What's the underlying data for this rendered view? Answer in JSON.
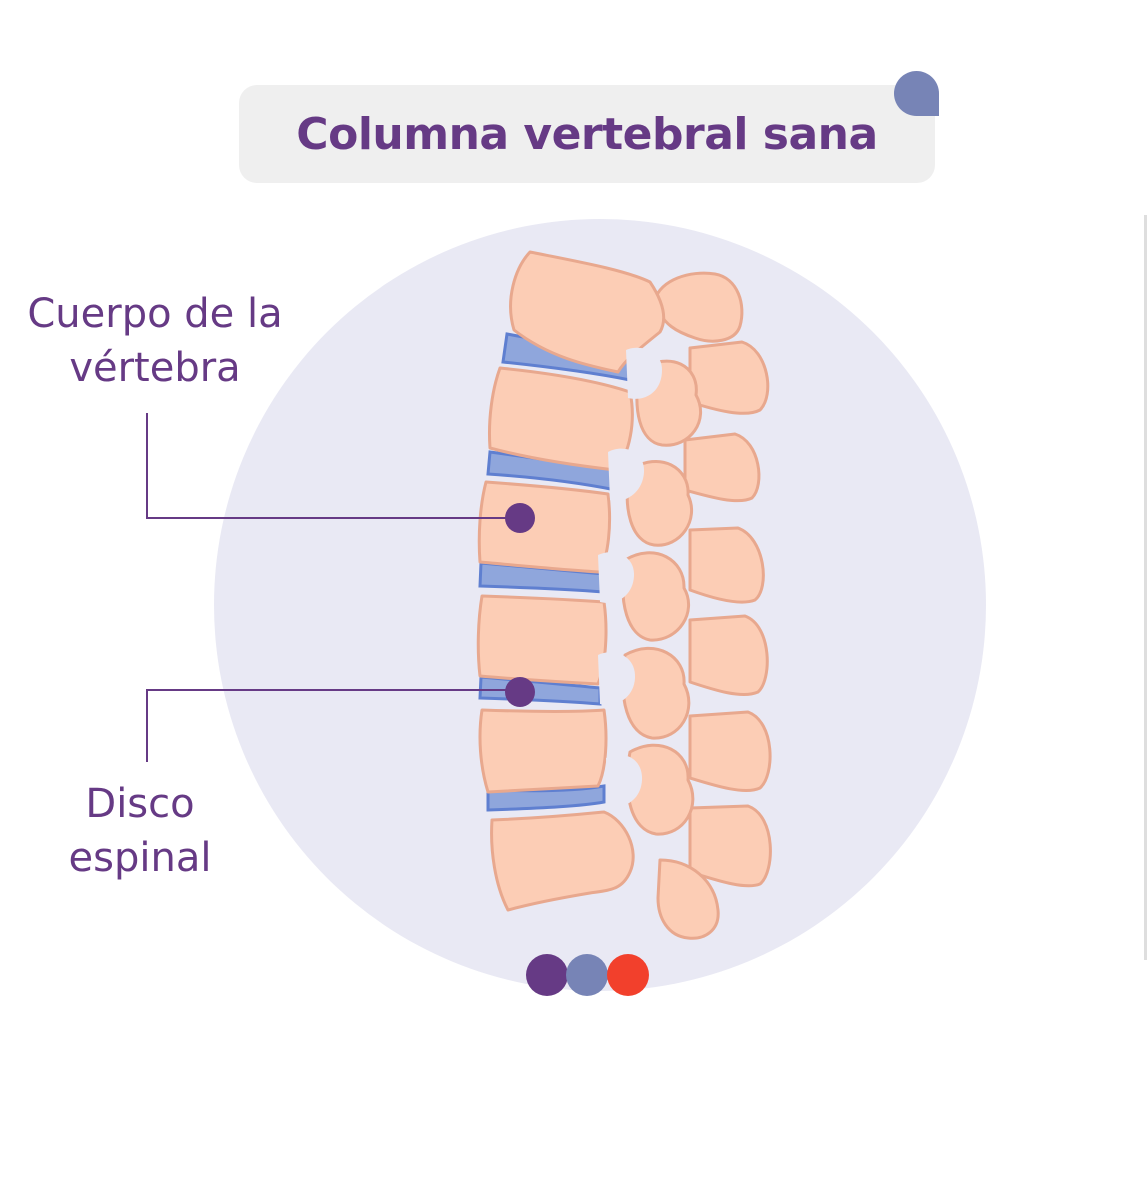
{
  "title": "Columna vertebral sana",
  "labels": {
    "vertebra_body": {
      "line1": "Cuerpo de la",
      "line2": "vértebra"
    },
    "spinal_disc": {
      "line1": "Disco",
      "line2": "espinal"
    }
  },
  "colors": {
    "title_text": "#663a85",
    "title_background": "#efefef",
    "circle_background": "#e9e9f4",
    "bone": "#fccdb5",
    "bone_outline": "#e8a88e",
    "disc": "#8fa6dc",
    "disc_outline": "#5f7fd0",
    "marker": "#663a85",
    "dot_palette": [
      "#663a85",
      "#7784b6",
      "#f2402c"
    ]
  },
  "icons": [
    "corner-badge-icon",
    "palette-dots-icon"
  ]
}
